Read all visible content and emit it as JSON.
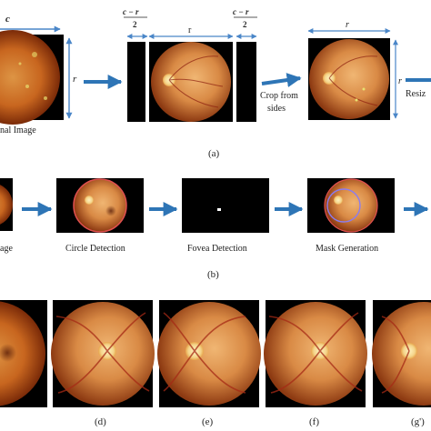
{
  "panel_a": {
    "original_label": "nal Image",
    "crop_label": "Crop from sides",
    "crop_line_1": "Crop from",
    "crop_line_2": "sides",
    "resize_label": "Resiz",
    "width_label": "c",
    "height_label": "r",
    "crop_fraction_numerator": "c − r",
    "crop_fraction_denominator": "2",
    "crop_width_label": "r",
    "cropped_width_label": "r",
    "cropped_height_label": "r",
    "caption": "(a)"
  },
  "panel_b": {
    "step_labels": [
      "age",
      "Circle Detection",
      "Fovea Detection",
      "Mask Generation"
    ],
    "caption": "(b)"
  },
  "panel_c": {
    "captions": [
      "(d)",
      "(e)",
      "(f)",
      "(g')"
    ]
  },
  "colors": {
    "arrow": "#2e75b6",
    "dimension": "#4a86c8",
    "circle_outline": "#e05050",
    "fundus_center": "#d98a3a",
    "fundus_edge": "#8a3410"
  }
}
